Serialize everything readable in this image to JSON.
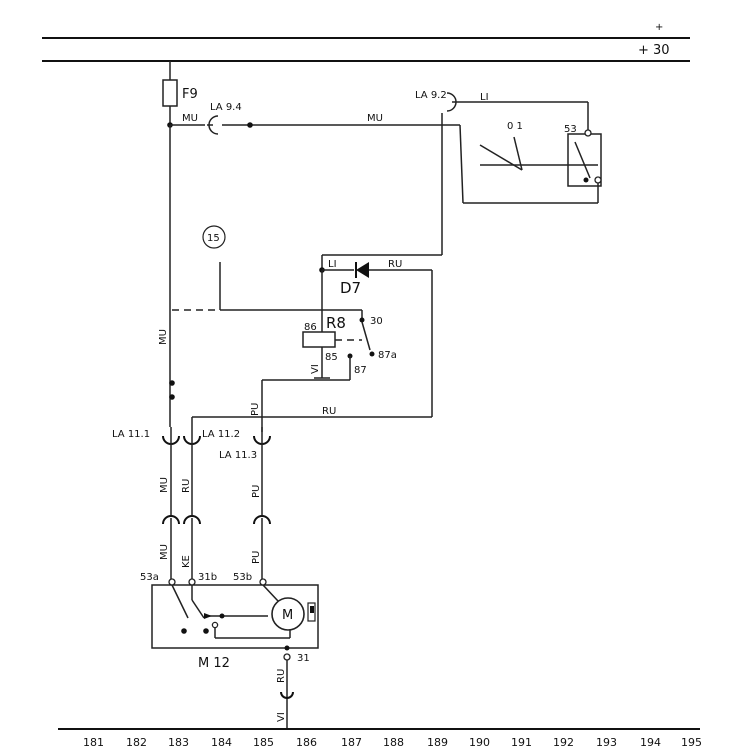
{
  "supply": {
    "top_label": "+",
    "label": "+ 30"
  },
  "fuse": {
    "name": "F9"
  },
  "connectors": {
    "la94": "LA 9.4",
    "la92": "LA 9.2",
    "la111": "LA 11.1",
    "la112": "LA 11.2",
    "la113": "LA 11.3"
  },
  "wire_colors": {
    "mu": "MU",
    "li": "LI",
    "ru": "RU",
    "pu": "PU",
    "ke": "KE",
    "vi": "VI"
  },
  "switch": {
    "terminal": "53",
    "positions": "0 1"
  },
  "diode": {
    "name": "D7"
  },
  "relay": {
    "name": "R8",
    "t86": "86",
    "t85": "85",
    "t30": "30",
    "t87": "87",
    "t87a": "87a"
  },
  "circle_ref": "15",
  "motor": {
    "name": "M 12",
    "symbol": "M",
    "t53a": "53a",
    "t31b": "31b",
    "t53b": "53b",
    "t31": "31"
  },
  "ruler": [
    "181",
    "182",
    "183",
    "184",
    "185",
    "186",
    "187",
    "188",
    "189",
    "190",
    "191",
    "192",
    "193",
    "194",
    "195"
  ]
}
